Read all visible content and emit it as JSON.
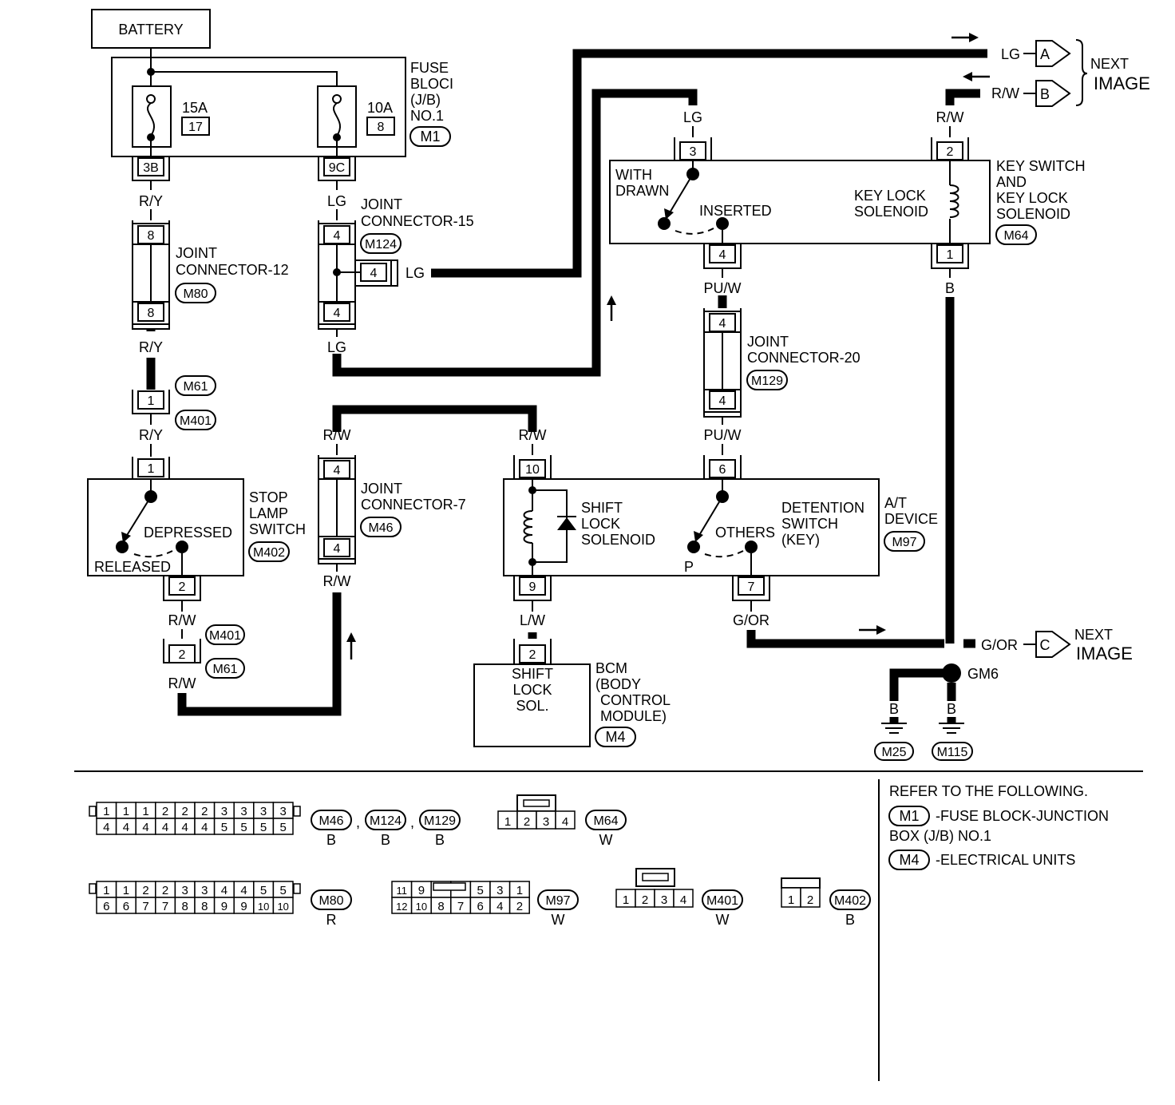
{
  "battery": "BATTERY",
  "fuse_block": {
    "title_lines": [
      "FUSE",
      "BLOCI",
      "(J/B)",
      "NO.1"
    ],
    "connector": "M1",
    "fuse1": {
      "rating": "15A",
      "number": "17",
      "terminal": "3B"
    },
    "fuse2": {
      "rating": "10A",
      "number": "8",
      "terminal": "9C"
    }
  },
  "wires": {
    "ry": "R/Y",
    "lg": "LG",
    "rw": "R/W",
    "puw": "PU/W",
    "b": "B",
    "lw": "L/W",
    "gor": "G/OR"
  },
  "joint_connector_12": {
    "lines": [
      "JOINT",
      "CONNECTOR-12"
    ],
    "connector": "M80",
    "pin_top": "8",
    "pin_bottom": "8"
  },
  "joint_connector_15": {
    "lines": [
      "JOINT",
      "CONNECTOR-15"
    ],
    "connector": "M124",
    "pin_top": "4",
    "pin_side": "4",
    "pin_bottom": "4"
  },
  "joint_connector_7": {
    "lines": [
      "JOINT",
      "CONNECTOR-7"
    ],
    "connector": "M46",
    "pin_top": "4",
    "pin_bottom": "4"
  },
  "joint_connector_20": {
    "lines": [
      "JOINT",
      "CONNECTOR-20"
    ],
    "connector": "M129",
    "pin_top": "4",
    "pin_bottom": "4"
  },
  "inline_connector_1": {
    "upper": "M61",
    "lower": "M401",
    "pin": "1"
  },
  "inline_connector_2": {
    "upper": "M401",
    "lower": "M61",
    "pin": "2"
  },
  "stop_lamp_switch": {
    "lines": [
      "STOP",
      "LAMP",
      "SWITCH"
    ],
    "connector": "M402",
    "pin_in": "1",
    "pin_out": "2",
    "depressed": "DEPRESSED",
    "released": "RELEASED"
  },
  "key_switch": {
    "lines": [
      "KEY SWITCH",
      "AND",
      "KEY LOCK",
      "SOLENOID"
    ],
    "connector": "M64",
    "withdrawn_lines": [
      "WITH",
      "DRAWN"
    ],
    "inserted": "INSERTED",
    "solenoid_lines": [
      "KEY LOCK",
      "SOLENOID"
    ],
    "pin3": "3",
    "pin4": "4",
    "pin2": "2",
    "pin1": "1"
  },
  "at_device": {
    "lines": [
      "A/T",
      "DEVICE"
    ],
    "connector": "M97",
    "shift_lock_lines": [
      "SHIFT",
      "LOCK",
      "SOLENOID"
    ],
    "detention_lines": [
      "DETENTION",
      "SWITCH",
      "(KEY)"
    ],
    "others": "OTHERS",
    "p": "P",
    "pin10": "10",
    "pin9": "9",
    "pin6": "6",
    "pin7": "7"
  },
  "bcm": {
    "lines": [
      "BCM",
      "(BODY",
      "CONTROL",
      "MODULE)"
    ],
    "connector": "M4",
    "inner_lines": [
      "SHIFT",
      "LOCK",
      "SOL."
    ],
    "pin": "2"
  },
  "next_image": {
    "a_letter": "A",
    "b_letter": "B",
    "c_letter": "C",
    "next": "NEXT",
    "image": "IMAGE"
  },
  "ground": {
    "point": "GM6",
    "gnd1": "M25",
    "gnd2": "M115"
  },
  "connector_views": {
    "c1": {
      "top": [
        "1",
        "1",
        "1",
        "2",
        "2",
        "2",
        "3",
        "3",
        "3",
        "3"
      ],
      "bottom": [
        "4",
        "4",
        "4",
        "4",
        "4",
        "4",
        "5",
        "5",
        "5",
        "5"
      ],
      "names": [
        "M46",
        "M124",
        "M129"
      ],
      "sep": ",",
      "colors": [
        "B",
        "B",
        "B"
      ]
    },
    "c2": {
      "pins": [
        "1",
        "2",
        "3",
        "4"
      ],
      "name": "M64",
      "color": "W"
    },
    "c3": {
      "top": [
        "1",
        "1",
        "2",
        "2",
        "3",
        "3",
        "4",
        "4",
        "5",
        "5"
      ],
      "bottom": [
        "6",
        "6",
        "7",
        "7",
        "8",
        "8",
        "9",
        "9",
        "10",
        "10"
      ],
      "name": "M80",
      "color": "R"
    },
    "c4": {
      "top": [
        "11",
        "9",
        "",
        "",
        "5",
        "3",
        "1"
      ],
      "bottom": [
        "12",
        "10",
        "8",
        "7",
        "6",
        "4",
        "2"
      ],
      "name": "M97",
      "color": "W"
    },
    "c5": {
      "pins": [
        "1",
        "2",
        "3",
        "4"
      ],
      "name": "M401",
      "color": "W"
    },
    "c6": {
      "pins": [
        "1",
        "2"
      ],
      "name": "M402",
      "color": "B"
    }
  },
  "refer": {
    "title": "REFER TO THE FOLLOWING.",
    "m1": "M1",
    "m1_text": "-FUSE BLOCK-JUNCTION",
    "m1_text2": "BOX (J/B) NO.1",
    "m4": "M4",
    "m4_text": "-ELECTRICAL UNITS"
  }
}
